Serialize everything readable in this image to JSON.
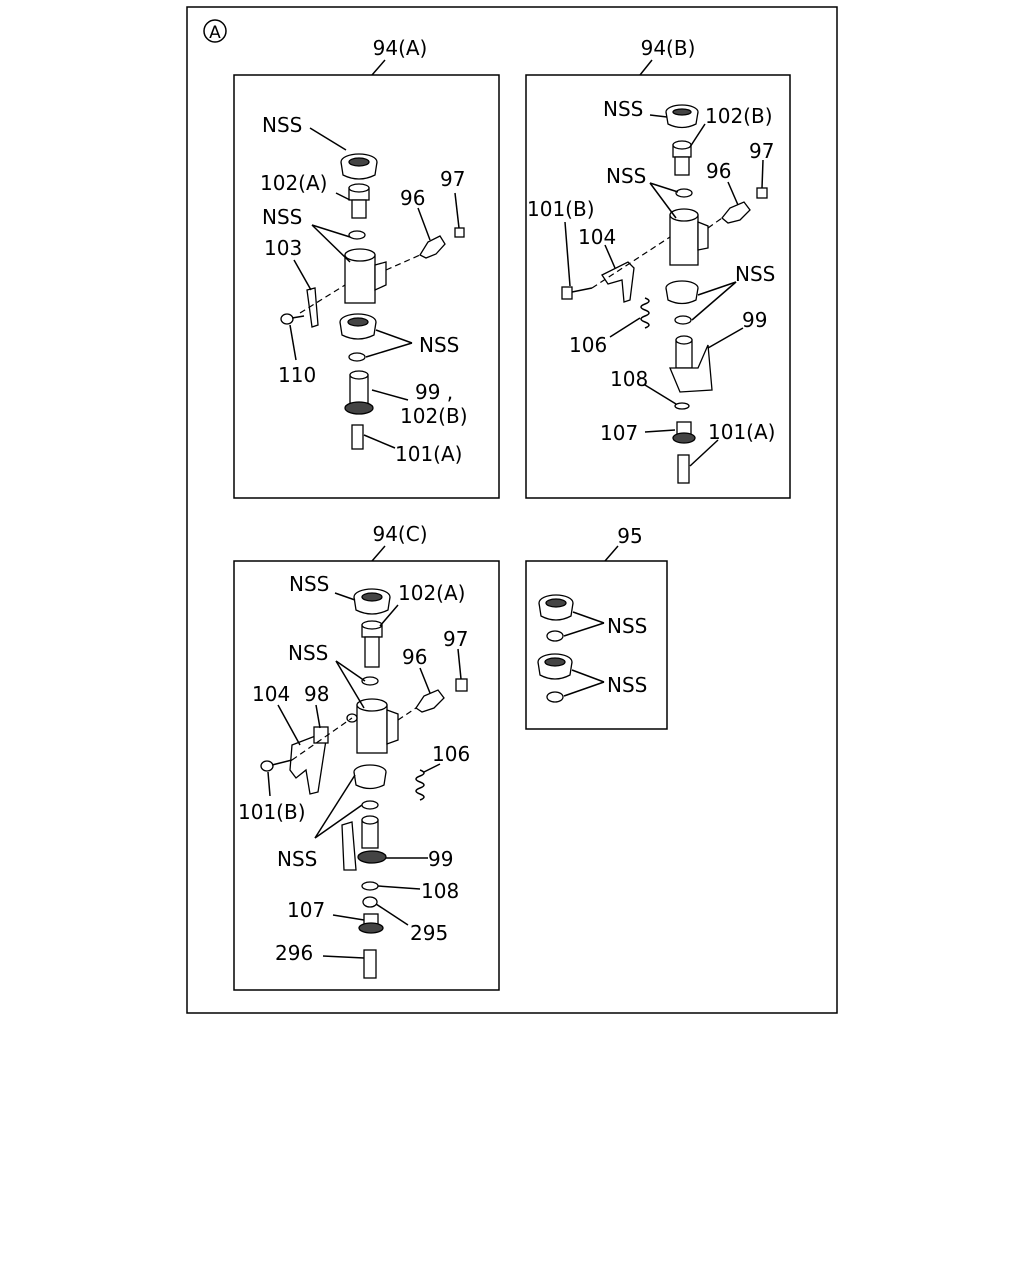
{
  "figure": {
    "corner_marker": "A",
    "panels": [
      {
        "id": "a",
        "title": "94(A)",
        "labels": [
          "NSS",
          "102(A)",
          "NSS",
          "103",
          "96",
          "97",
          "110",
          "NSS",
          "99 ,",
          "102(B)",
          "101(A)"
        ]
      },
      {
        "id": "b",
        "title": "94(B)",
        "labels": [
          "NSS",
          "102(B)",
          "NSS",
          "96",
          "97",
          "101(B)",
          "104",
          "NSS",
          "106",
          "99",
          "108",
          "107",
          "101(A)"
        ]
      },
      {
        "id": "c",
        "title": "94(C)",
        "labels": [
          "NSS",
          "102(A)",
          "NSS",
          "96",
          "97",
          "104",
          "98",
          "106",
          "101(B)",
          "NSS",
          "99",
          "108",
          "107",
          "295",
          "296"
        ]
      },
      {
        "id": "d",
        "title": "95",
        "labels": [
          "NSS",
          "NSS"
        ]
      }
    ]
  }
}
